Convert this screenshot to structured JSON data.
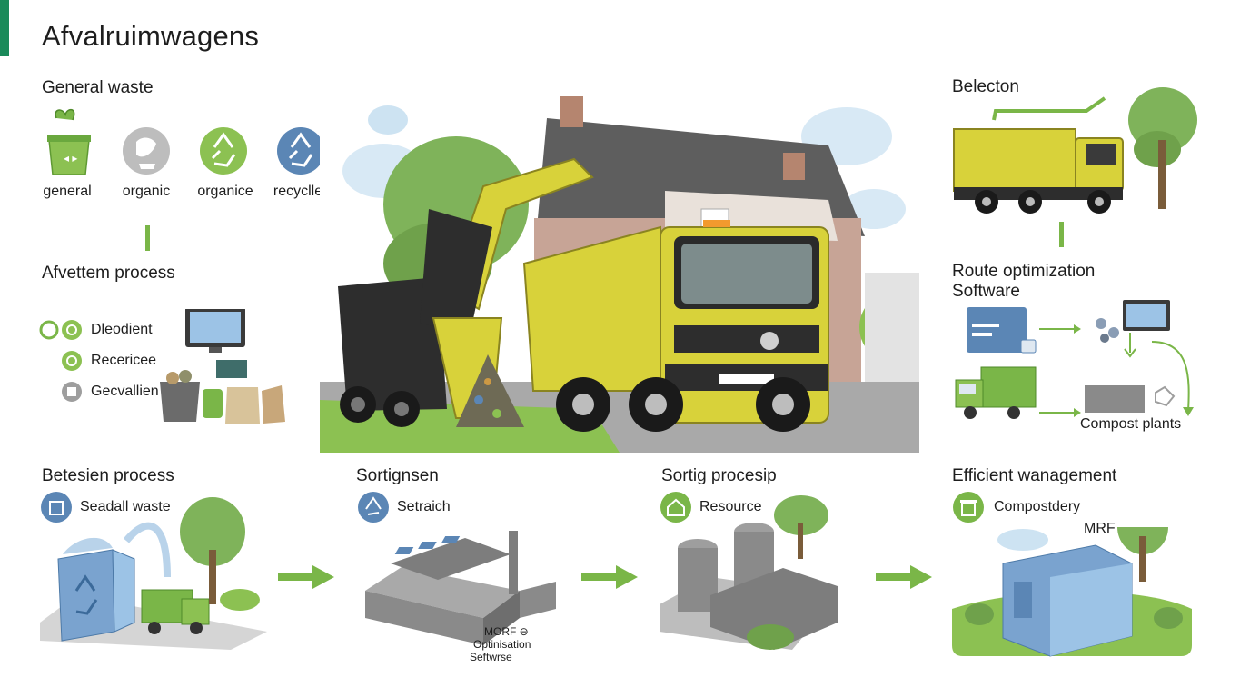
{
  "title": "Afvalruimwagens",
  "colors": {
    "accent": "#1a8a5a",
    "green": "#7ab648",
    "truck_yellow": "#d8d23a",
    "blue_icon": "#5b86b5"
  },
  "general_waste": {
    "heading": "General waste",
    "categories": [
      {
        "label": "general",
        "icon": "waste-bin-icon"
      },
      {
        "label": "organic",
        "icon": "organic-leaf-icon"
      },
      {
        "label": "organice",
        "icon": "green-recycle-icon"
      },
      {
        "label": "recyclles",
        "icon": "blue-recycle-icon"
      }
    ]
  },
  "process": {
    "heading": "Afvettem process",
    "items": [
      {
        "label": "Dleodient",
        "icon": "recycle-arrows-icon"
      },
      {
        "label": "Recericee",
        "icon": "recycle-circle-icon"
      },
      {
        "label": "Gecvallien",
        "icon": "bin-circle-icon"
      }
    ]
  },
  "right_top": {
    "heading": "Belecton"
  },
  "route": {
    "heading_line1": "Route optimization",
    "heading_line2": "Software",
    "compost_label": "Compost plants"
  },
  "steps": [
    {
      "heading": "Betesien process",
      "sub": "Seadall waste",
      "icon": "bin-circle-icon"
    },
    {
      "heading": "Sortignsen",
      "sub": "Setraich",
      "icon": "recycle-circle-icon"
    },
    {
      "heading": "Sortig procesip",
      "sub": "Resource",
      "icon": "house-circle-icon"
    },
    {
      "heading": "Efficient wanagement",
      "sub": "Compostdery",
      "icon": "bin-circle-icon"
    }
  ],
  "factory_caption": {
    "line1": "MORF ⊖",
    "line2": "Optinisation",
    "line3": "Seftwrse"
  },
  "mrf_label": "MRF"
}
